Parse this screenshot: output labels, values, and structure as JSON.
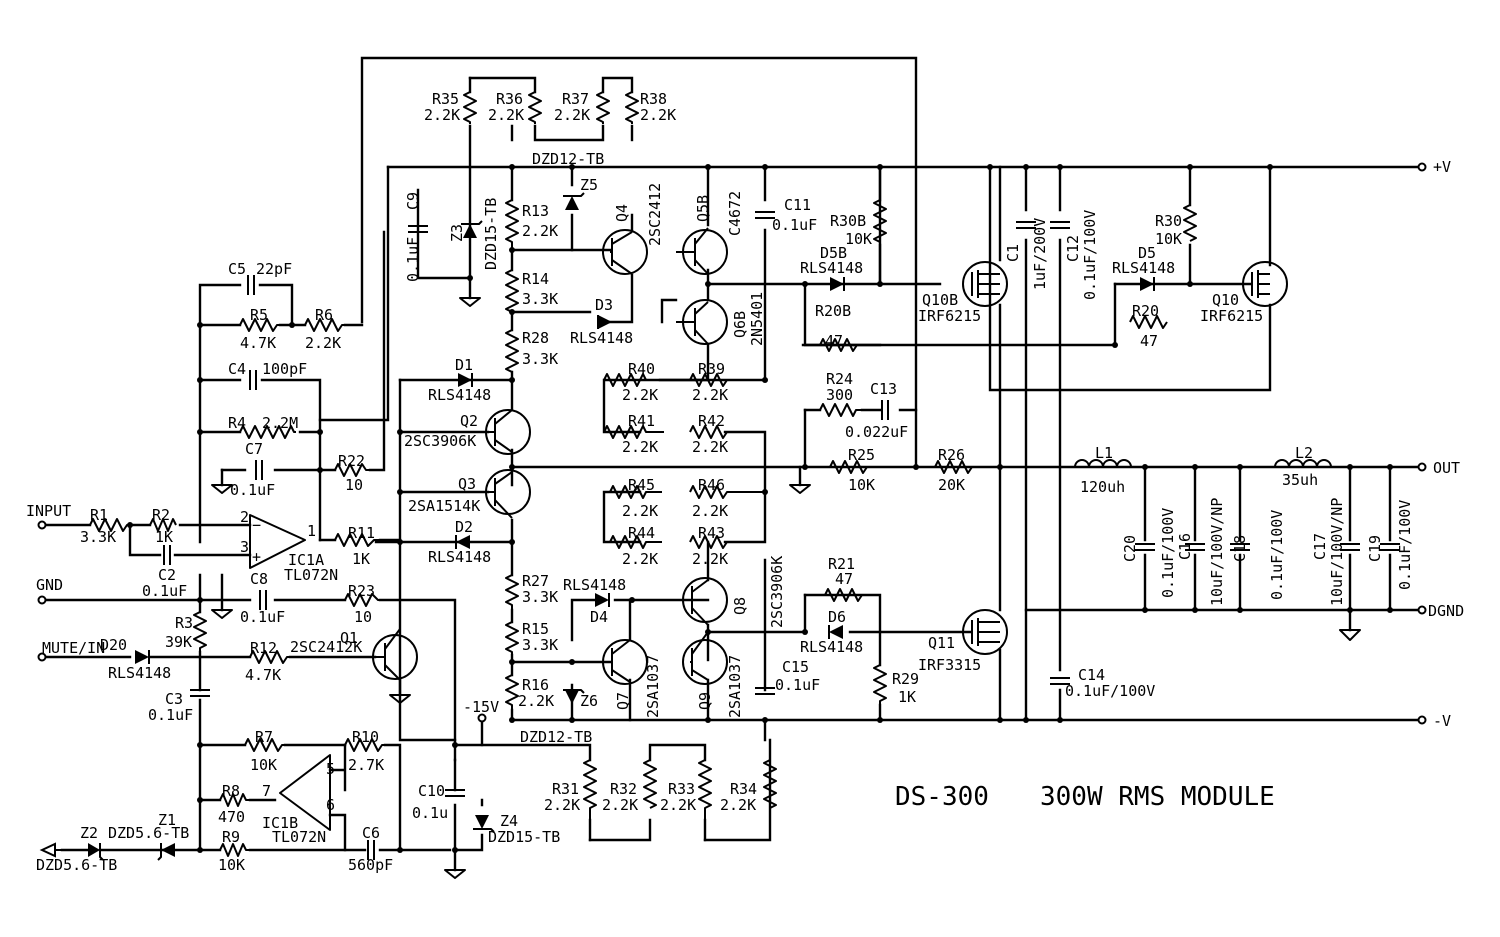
{
  "title": {
    "model": "DS-300",
    "description": "300W RMS MODULE"
  },
  "ports": [
    "INPUT",
    "GND",
    "MUTE/IN",
    "+V",
    "OUT",
    "DGND",
    "-V",
    "-15V"
  ],
  "resistors": [
    {
      "ref": "R1",
      "value": "3.3K"
    },
    {
      "ref": "R2",
      "value": "1K"
    },
    {
      "ref": "R3",
      "value": "39K"
    },
    {
      "ref": "R4",
      "value": "2.2M"
    },
    {
      "ref": "R5",
      "value": "4.7K"
    },
    {
      "ref": "R6",
      "value": "2.2K"
    },
    {
      "ref": "R7",
      "value": "10K"
    },
    {
      "ref": "R8",
      "value": "470"
    },
    {
      "ref": "R9",
      "value": "10K"
    },
    {
      "ref": "R10",
      "value": "2.7K"
    },
    {
      "ref": "R11",
      "value": "1K"
    },
    {
      "ref": "R12",
      "value": "4.7K"
    },
    {
      "ref": "R13",
      "value": "2.2K"
    },
    {
      "ref": "R14",
      "value": "3.3K"
    },
    {
      "ref": "R15",
      "value": "3.3K"
    },
    {
      "ref": "R16",
      "value": "2.2K"
    },
    {
      "ref": "R20",
      "value": "47"
    },
    {
      "ref": "R20B",
      "value": "47"
    },
    {
      "ref": "R21",
      "value": "47"
    },
    {
      "ref": "R22",
      "value": "10"
    },
    {
      "ref": "R23",
      "value": "10"
    },
    {
      "ref": "R24",
      "value": "300"
    },
    {
      "ref": "R25",
      "value": "10K"
    },
    {
      "ref": "R26",
      "value": "20K"
    },
    {
      "ref": "R27",
      "value": "3.3K"
    },
    {
      "ref": "R28",
      "value": "3.3K"
    },
    {
      "ref": "R29",
      "value": "1K"
    },
    {
      "ref": "R30",
      "value": "10K"
    },
    {
      "ref": "R30B",
      "value": "10K"
    },
    {
      "ref": "R31",
      "value": "2.2K"
    },
    {
      "ref": "R32",
      "value": "2.2K"
    },
    {
      "ref": "R33",
      "value": "2.2K"
    },
    {
      "ref": "R34",
      "value": "2.2K"
    },
    {
      "ref": "R35",
      "value": "2.2K"
    },
    {
      "ref": "R36",
      "value": "2.2K"
    },
    {
      "ref": "R37",
      "value": "2.2K"
    },
    {
      "ref": "R38",
      "value": "2.2K"
    },
    {
      "ref": "R39",
      "value": "2.2K"
    },
    {
      "ref": "R40",
      "value": "2.2K"
    },
    {
      "ref": "R41",
      "value": "2.2K"
    },
    {
      "ref": "R42",
      "value": "2.2K"
    },
    {
      "ref": "R43",
      "value": "2.2K"
    },
    {
      "ref": "R44",
      "value": "2.2K"
    },
    {
      "ref": "R45",
      "value": "2.2K"
    },
    {
      "ref": "R46",
      "value": "2.2K"
    }
  ],
  "capacitors": [
    {
      "ref": "C1",
      "value": "1uF/200V"
    },
    {
      "ref": "C2",
      "value": "0.1uF"
    },
    {
      "ref": "C3",
      "value": "0.1uF"
    },
    {
      "ref": "C4",
      "value": "100pF"
    },
    {
      "ref": "C5",
      "value": "22pF"
    },
    {
      "ref": "C6",
      "value": "560pF"
    },
    {
      "ref": "C7",
      "value": "0.1uF"
    },
    {
      "ref": "C8",
      "value": "0.1uF"
    },
    {
      "ref": "C9",
      "value": "0.1uF"
    },
    {
      "ref": "C10",
      "value": "0.1u"
    },
    {
      "ref": "C11",
      "value": "0.1uF"
    },
    {
      "ref": "C12",
      "value": "0.1uF/100V"
    },
    {
      "ref": "C13",
      "value": "0.022uF"
    },
    {
      "ref": "C14",
      "value": "0.1uF/100V"
    },
    {
      "ref": "C15",
      "value": "0.1uF"
    },
    {
      "ref": "C16",
      "value": "10uF/100V/NP"
    },
    {
      "ref": "C17",
      "value": "10uF/100V/NP"
    },
    {
      "ref": "C18",
      "value": "0.1uF/100V"
    },
    {
      "ref": "C19",
      "value": "0.1uF/100V"
    },
    {
      "ref": "C20",
      "value": "0.1uF/100V"
    }
  ],
  "inductors": [
    {
      "ref": "L1",
      "value": "120uh"
    },
    {
      "ref": "L2",
      "value": "35uh"
    }
  ],
  "diodes": [
    {
      "ref": "D1",
      "value": "RLS4148"
    },
    {
      "ref": "D2",
      "value": "RLS4148"
    },
    {
      "ref": "D3",
      "value": "RLS4148"
    },
    {
      "ref": "D4",
      "value": "RLS4148"
    },
    {
      "ref": "D5",
      "value": "RLS4148"
    },
    {
      "ref": "D5B",
      "value": "RLS4148"
    },
    {
      "ref": "D6",
      "value": "RLS4148"
    },
    {
      "ref": "D20",
      "value": "RLS4148"
    },
    {
      "ref": "Z1",
      "value": "DZD5.6-TB"
    },
    {
      "ref": "Z2",
      "value": "DZD5.6-TB"
    },
    {
      "ref": "Z3",
      "value": "DZD15-TB"
    },
    {
      "ref": "Z4",
      "value": "DZD15-TB"
    },
    {
      "ref": "Z5",
      "value": "DZD12-TB"
    },
    {
      "ref": "Z6",
      "value": "DZD12-TB"
    }
  ],
  "transistors": [
    {
      "ref": "Q1",
      "value": "2SC2412K"
    },
    {
      "ref": "Q2",
      "value": "2SC3906K"
    },
    {
      "ref": "Q3",
      "value": "2SA1514K"
    },
    {
      "ref": "Q4",
      "value": "2SC2412"
    },
    {
      "ref": "Q5B",
      "value": "C4672"
    },
    {
      "ref": "Q6B",
      "value": "2N5401"
    },
    {
      "ref": "Q7",
      "value": "2SA1037"
    },
    {
      "ref": "Q8",
      "value": "2SC3906K"
    },
    {
      "ref": "Q9",
      "value": "2SA1037"
    },
    {
      "ref": "Q10",
      "value": "IRF6215"
    },
    {
      "ref": "Q10B",
      "value": "IRF6215"
    },
    {
      "ref": "Q11",
      "value": "IRF3315"
    }
  ],
  "ics": [
    {
      "ref": "IC1A",
      "value": "TL072N",
      "pins": [
        "2",
        "3",
        "1"
      ]
    },
    {
      "ref": "IC1B",
      "value": "TL072N",
      "pins": [
        "5",
        "6",
        "7"
      ]
    }
  ]
}
